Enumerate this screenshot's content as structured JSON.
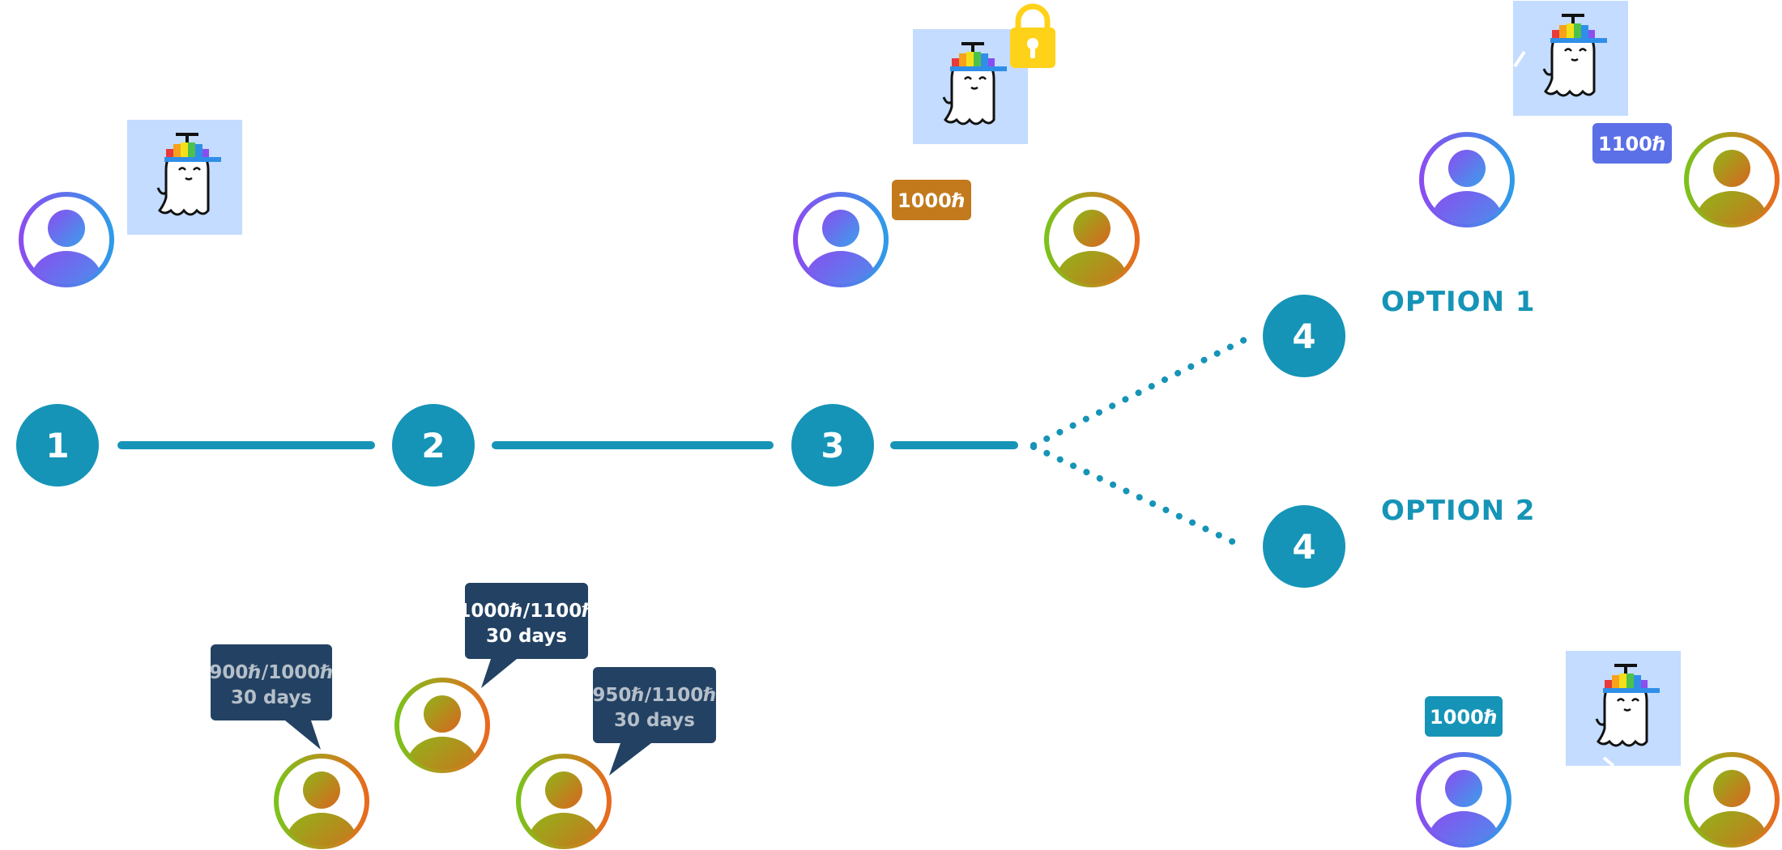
{
  "steps": [
    {
      "label": "1"
    },
    {
      "label": "2"
    },
    {
      "label": "3"
    },
    {
      "label": "4"
    },
    {
      "label": "4"
    }
  ],
  "options": [
    {
      "label": "OPTION 1"
    },
    {
      "label": "OPTION 2"
    }
  ],
  "price_tags": [
    {
      "text": "1000ℏ",
      "color": "#c27a1d"
    },
    {
      "text": "1100ℏ",
      "color": "#5b6fe6"
    },
    {
      "text": "1000ℏ",
      "color": "#1594b7"
    }
  ],
  "bids": [
    {
      "line1": "900ℏ/1000ℏ",
      "line2": "30 days",
      "text_color": "#b6bfc9"
    },
    {
      "line1": "1000ℏ/1100ℏ",
      "line2": "30 days",
      "text_color": "#ffffff"
    },
    {
      "line1": "950ℏ/1100ℏ",
      "line2": "30 days",
      "text_color": "#b6bfc9"
    }
  ],
  "colors": {
    "step_circle": "#1594b7",
    "connector": "#1594b7",
    "bubble_bg": "#234263",
    "owner_gradient": [
      "#8a4df0",
      "#2f9be8"
    ],
    "bidder_gradient": [
      "#7cc21c",
      "#e86a1f"
    ],
    "nft_bg": "#c3dcff",
    "lock": "#ffd21a"
  },
  "icons": [
    "user-avatar-icon",
    "ghost-nft-icon",
    "lock-icon"
  ]
}
